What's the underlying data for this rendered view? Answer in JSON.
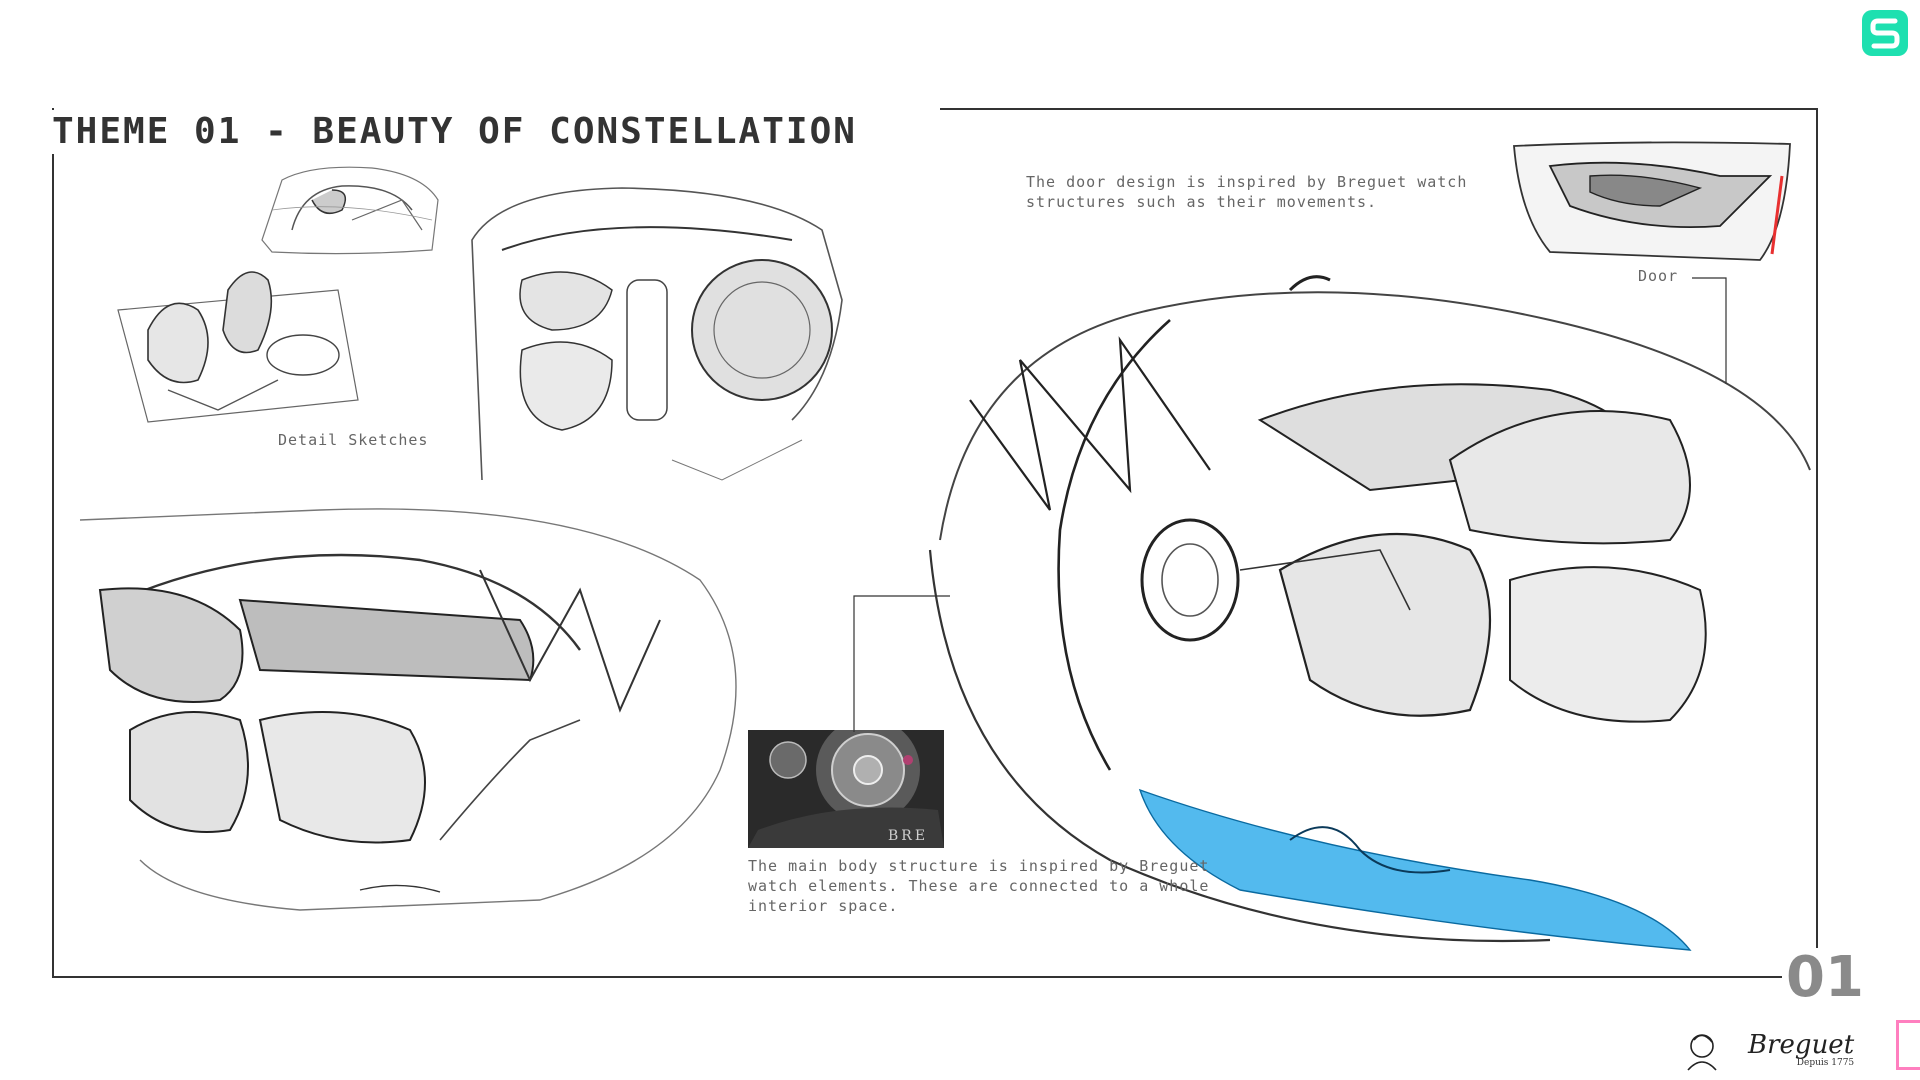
{
  "title": "THEME 01 - BEAUTY OF CONSTELLATION",
  "captions": {
    "door_design": "The door design is inspired by Breguet watch structures such as their movements.",
    "main_body": "The main body structure is inspired by Breguet watch elements. These are connected to a whole interior space.",
    "detail_sketches": "Detail Sketches",
    "door": "Door"
  },
  "page_number": "01",
  "brand": {
    "wordmark": "Breguet",
    "since": "Depuis 1775"
  },
  "watch_photo": {
    "text": "BRE"
  },
  "colors": {
    "accent_teal": "#1ee0b0",
    "sill_blue": "#1aa3e8",
    "door_red": "#e83030",
    "pink_tab": "#ff7fbf"
  },
  "icons": {
    "top_right_logo": "s-logo-icon",
    "portrait_logo": "portrait-logo-icon"
  }
}
